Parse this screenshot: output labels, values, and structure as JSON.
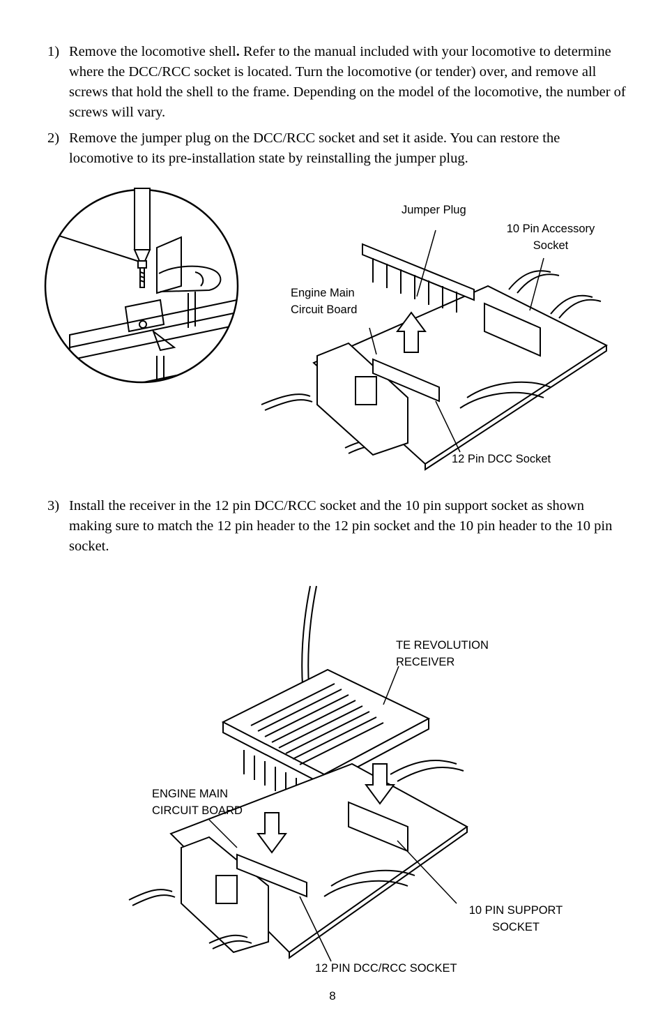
{
  "steps": [
    {
      "num": "1)",
      "lead": "Remove the locomotive shell",
      "lead_end": ".",
      "text": " Refer to the manual included with your locomotive to determine where the DCC/RCC socket is located. Turn the locomotive (or tender) over,  and remove all screws that hold the shell to the frame. Depending on the model of the locomotive, the number of screws will vary."
    },
    {
      "num": "2)",
      "text": "Remove the jumper plug on the DCC/RCC socket and set it aside.  You can restore the locomotive to its pre-installation state by reinstalling the jumper plug."
    },
    {
      "num": "3)",
      "text": "Install the receiver in the 12 pin DCC/RCC socket and the 10 pin support socket as shown making sure to match the 12 pin header to the 12 pin socket and the 10 pin header to the 10 pin socket."
    }
  ],
  "figure1": {
    "labels": {
      "jumper_plug": "Jumper Plug",
      "accessory_socket_line1": "10 Pin Accessory",
      "accessory_socket_line2": "Socket",
      "main_board_line1": "Engine Main",
      "main_board_line2": "Circuit Board",
      "dcc_socket": "12 Pin DCC Socket"
    }
  },
  "figure2": {
    "labels": {
      "receiver_line1": "TE REVOLUTION",
      "receiver_line2": "RECEIVER",
      "main_board_line1": "ENGINE MAIN",
      "main_board_line2": "CIRCUIT BOARD",
      "support_socket_line1": "10 PIN SUPPORT",
      "support_socket_line2": "SOCKET",
      "dcc_rcc_socket": "12 PIN DCC/RCC SOCKET"
    }
  },
  "page_number": "8"
}
